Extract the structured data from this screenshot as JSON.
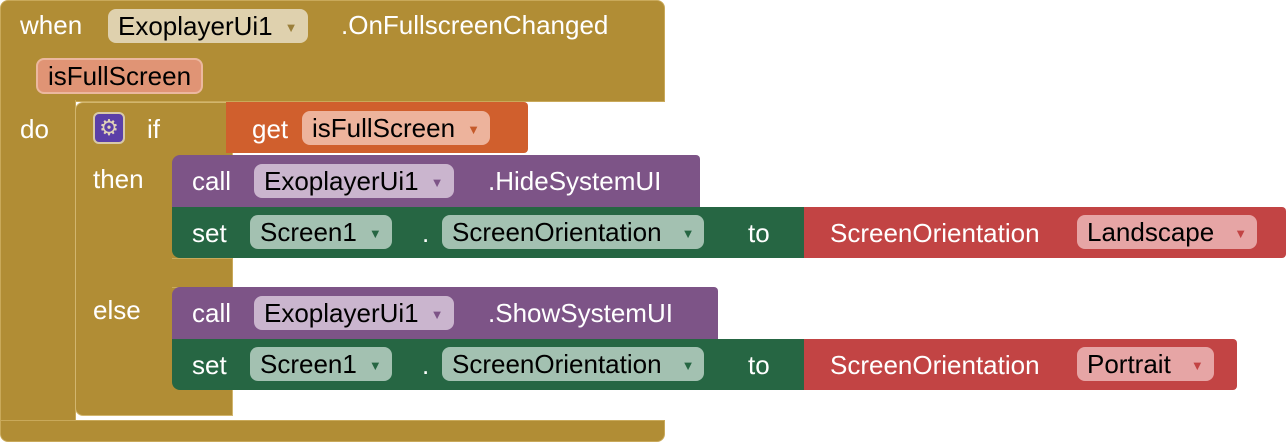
{
  "event": {
    "when": "when",
    "component": "ExoplayerUi1",
    "event_name": ".OnFullscreenChanged",
    "param": "isFullScreen",
    "do": "do"
  },
  "if_block": {
    "if": "if",
    "then": "then",
    "else": "else",
    "get": "get",
    "var": "isFullScreen"
  },
  "then_branch": {
    "call": "call",
    "component": "ExoplayerUi1",
    "method": ".HideSystemUI",
    "set": "set",
    "target": "Screen1",
    "dot": ".",
    "property": "ScreenOrientation",
    "to": "to",
    "value_block": "ScreenOrientation",
    "value": "Landscape"
  },
  "else_branch": {
    "call": "call",
    "component": "ExoplayerUi1",
    "method": ".ShowSystemUI",
    "set": "set",
    "target": "Screen1",
    "dot": ".",
    "property": "ScreenOrientation",
    "to": "to",
    "value_block": "ScreenOrientation",
    "value": "Portrait"
  },
  "colors": {
    "control": "#B18D35",
    "variable": "#D05F2D",
    "component": "#7D5487",
    "setter": "#266643",
    "helper": "#C24444"
  }
}
